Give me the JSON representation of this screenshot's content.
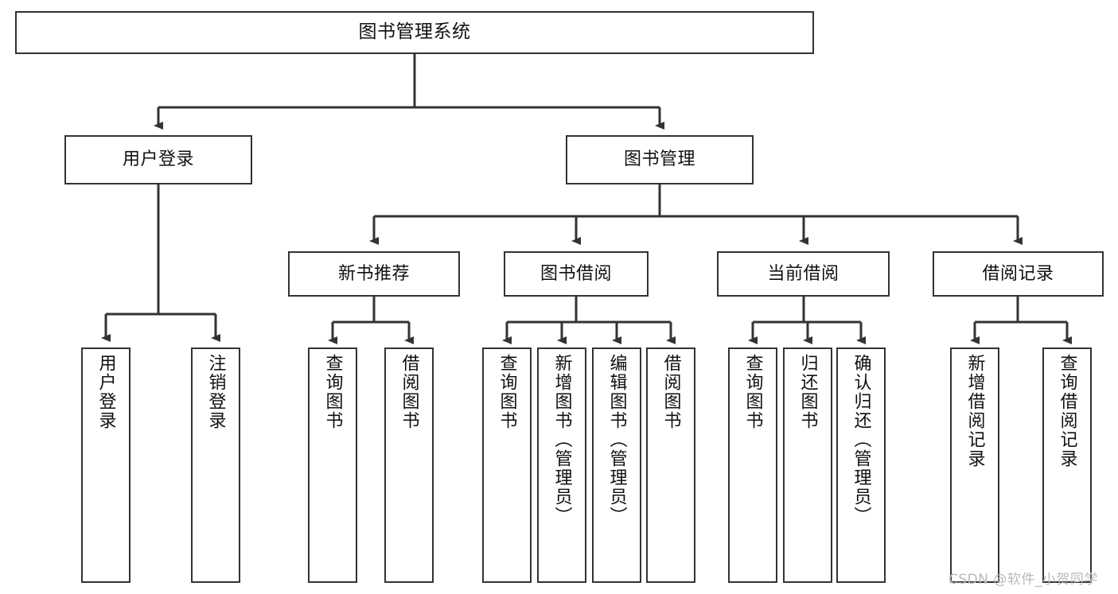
{
  "diagram": {
    "type": "tree",
    "title": "图书管理系统",
    "root": {
      "label": "图书管理系统"
    },
    "level2": [
      {
        "label": "用户登录"
      },
      {
        "label": "图书管理"
      }
    ],
    "level3": [
      {
        "label": "新书推荐"
      },
      {
        "label": "图书借阅"
      },
      {
        "label": "当前借阅"
      },
      {
        "label": "借阅记录"
      }
    ],
    "leaves": {
      "user_login": [
        {
          "label": "用户登录"
        },
        {
          "label": "注销登录"
        }
      ],
      "new_book_recommend": [
        {
          "label": "查询图书"
        },
        {
          "label": "借阅图书"
        }
      ],
      "book_borrow": [
        {
          "label": "查询图书"
        },
        {
          "label": "新增图书（管理员）"
        },
        {
          "label": "编辑图书（管理员）"
        },
        {
          "label": "借阅图书"
        }
      ],
      "current_borrow": [
        {
          "label": "查询图书"
        },
        {
          "label": "归还图书"
        },
        {
          "label": "确认归还（管理员）"
        }
      ],
      "borrow_record": [
        {
          "label": "新增借阅记录"
        },
        {
          "label": "查询借阅记录"
        }
      ]
    }
  },
  "watermark": {
    "text": "CSDN @软件_小贺同学"
  },
  "colors": {
    "stroke": "#333333",
    "fill": "#ffffff",
    "text": "#111111",
    "watermark": "#b9b9b9"
  }
}
